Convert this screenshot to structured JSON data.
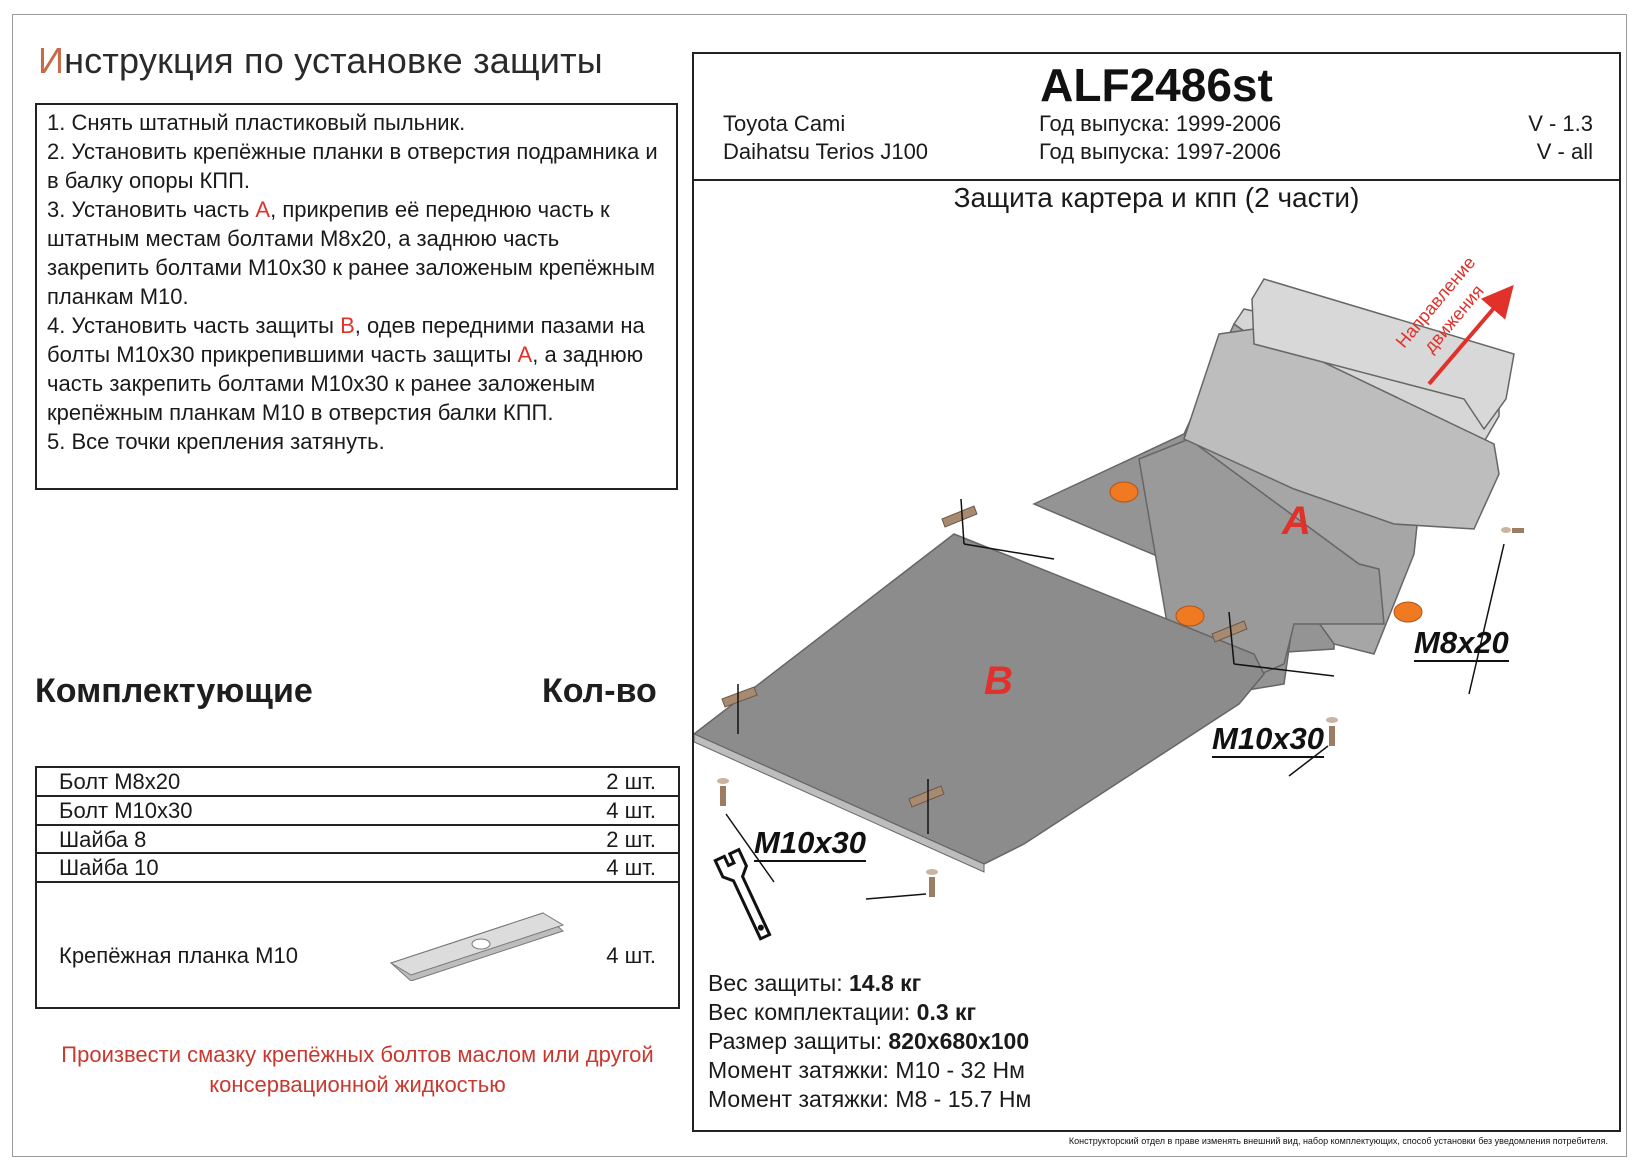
{
  "title": {
    "first_letter": "И",
    "rest": "нструкция по установке защиты"
  },
  "instructions": [
    {
      "num": "1.",
      "parts": [
        {
          "t": "Снять штатный пластиковый пыльник."
        }
      ]
    },
    {
      "num": "2.",
      "parts": [
        {
          "t": "Установить крепёжные планки в отверстия подрамника и в балку опоры КПП."
        }
      ]
    },
    {
      "num": "3.",
      "parts": [
        {
          "t": "Установить часть "
        },
        {
          "t": "А",
          "red": true
        },
        {
          "t": ", прикрепив её переднюю часть к штатным местам болтами М8х20, а заднюю часть закрепить болтами М10х30 к ранее заложеным крепёжным планкам М10."
        }
      ]
    },
    {
      "num": "4.",
      "parts": [
        {
          "t": "Установить часть защиты "
        },
        {
          "t": "В",
          "red": true
        },
        {
          "t": ", одев передними пазами на болты М10х30 прикрепившими часть защиты "
        },
        {
          "t": "А",
          "red": true
        },
        {
          "t": ", а заднюю часть закрепить болтами М10х30 к ранее заложеным крепёжным планкам М10 в отверстия балки КПП."
        }
      ]
    },
    {
      "num": "5.",
      "parts": [
        {
          "t": "Все точки крепления затянуть."
        }
      ]
    }
  ],
  "components": {
    "title": "Комплектующие",
    "qty_title": "Кол-во",
    "items": [
      {
        "name": "Болт М8х20",
        "qty": "2 шт."
      },
      {
        "name": "Болт М10х30",
        "qty": "4 шт."
      },
      {
        "name": "Шайба 8",
        "qty": "2 шт."
      },
      {
        "name": "Шайба 10",
        "qty": "4 шт."
      },
      {
        "name": "Крепёжная планка М10",
        "qty": "4 шт."
      }
    ]
  },
  "note": "Произвести смазку крепёжных болтов маслом или другой консервационной жидкостью",
  "product": {
    "code": "ALF2486st",
    "rows": [
      {
        "model": "Toyota Cami",
        "year": "Год выпуска: 1999-2006",
        "engine": "V - 1.3"
      },
      {
        "model": "Daihatsu Terios J100",
        "year": "Год выпуска: 1997-2006",
        "engine": "V - all"
      }
    ],
    "subtitle": "Защита картера и кпп (2 части)"
  },
  "diagram": {
    "part_a": "А",
    "part_b": "В",
    "direction_line1": "Направление",
    "direction_line2": "движения",
    "bolt_m8": "M8x20",
    "bolt_m10_right": "M10x30",
    "bolt_m10_left": "M10x30"
  },
  "specs": [
    {
      "label": "Вес защиты: ",
      "value": "14.8 кг",
      "bold": true
    },
    {
      "label": "Вес комплектации: ",
      "value": "0.3 кг",
      "bold": true
    },
    {
      "label": "Размер защиты: ",
      "value": "820х680х100",
      "bold": true
    },
    {
      "label": "Момент затяжки:  ",
      "value": "М10 - 32 Нм",
      "bold": false
    },
    {
      "label": "Момент затяжки:  ",
      "value": "М8 - 15.7 Нм",
      "bold": false
    }
  ],
  "disclaimer": "Конструкторский отдел в праве изменять внешний вид, набор комплектующих, способ установки без уведомления потребителя.",
  "colors": {
    "accent_red": "#e0312b",
    "title_first": "#c76a4a",
    "plate_dark": "#8f8f8f",
    "plate_light": "#d4d4d4",
    "pad_orange": "#f07a22",
    "bracket": "#a88a70"
  }
}
